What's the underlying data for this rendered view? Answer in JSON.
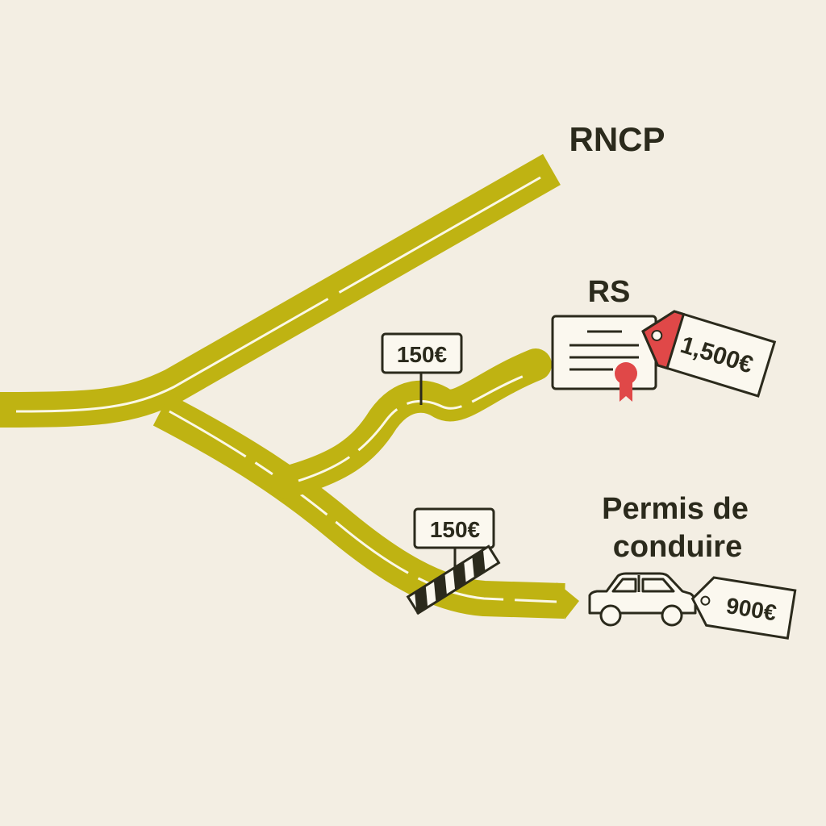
{
  "colors": {
    "background": "#f3eee3",
    "road": "#bfb312",
    "road_marking": "#fbf8e6",
    "ink": "#2b2a1c",
    "seal": "#e04848",
    "tag_red": "#e04848"
  },
  "destinations": {
    "rncp": {
      "label": "RNCP"
    },
    "rs": {
      "label": "RS",
      "price_tag": "1,500€",
      "icon": "certificate-icon"
    },
    "permis": {
      "label_line1": "Permis de",
      "label_line2": "conduire",
      "price_tag": "900€",
      "icon": "car-icon"
    }
  },
  "signs": {
    "rs_toll": "150€",
    "permis_toll": "150€"
  },
  "barrier": {
    "icon": "barrier-icon"
  }
}
